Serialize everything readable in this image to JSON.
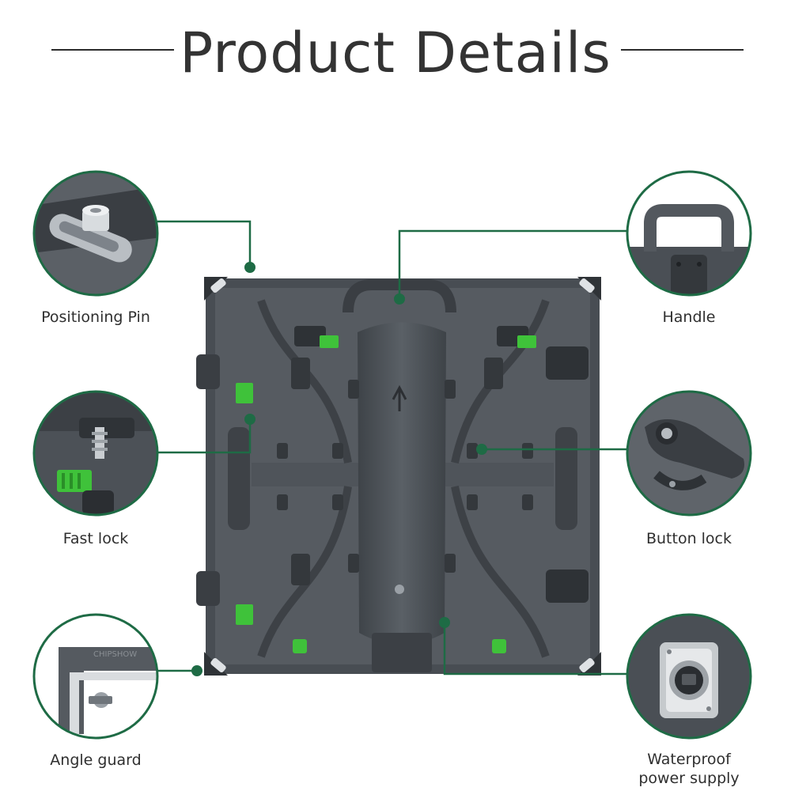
{
  "title": "Product Details",
  "callouts": {
    "positioning_pin": "Positioning Pin",
    "fast_lock": "Fast lock",
    "angle_guard": "Angle guard",
    "handle": "Handle",
    "button_lock": "Button lock",
    "waterproof_power_supply": "Waterproof\npower supply"
  },
  "watermark": "CHIPSHOW",
  "colors": {
    "accent": "#1e6b45",
    "cabinet": "#4a4f55",
    "cabinet_dark": "#33373c",
    "lock_green": "#3fc23a"
  }
}
